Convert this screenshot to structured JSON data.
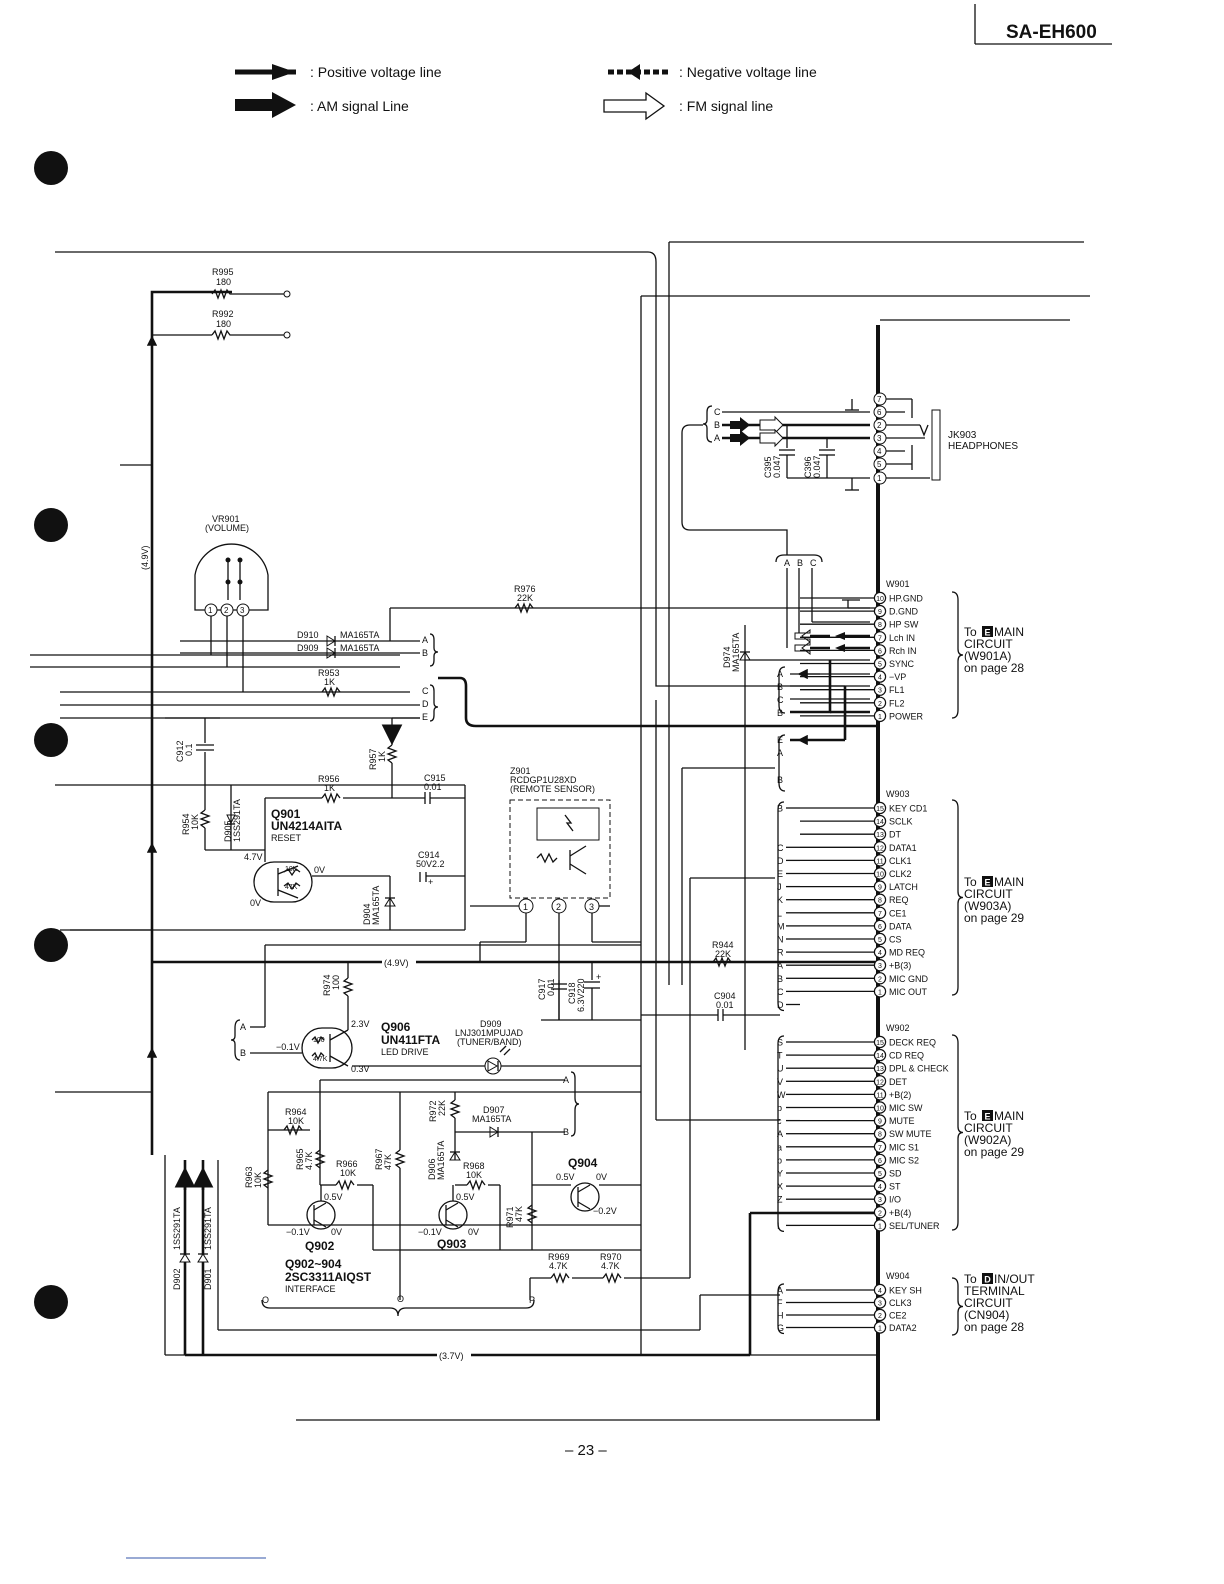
{
  "header": {
    "model": "SA-EH600",
    "page_number": "– 23 –"
  },
  "legend": {
    "positive_voltage": ": Positive voltage line",
    "negative_voltage": ": Negative voltage line",
    "am_signal": ": AM signal Line",
    "fm_signal": ": FM signal line"
  },
  "components": {
    "r995": {
      "ref": "R995",
      "value": "180"
    },
    "r992": {
      "ref": "R992",
      "value": "180"
    },
    "vr901": {
      "ref": "VR901",
      "note": "(VOLUME)"
    },
    "d910": {
      "ref": "D910",
      "part": "MA165TA"
    },
    "d909": {
      "ref": "D909",
      "part": "MA165TA"
    },
    "r976": {
      "ref": "R976",
      "value": "22K"
    },
    "r953": {
      "ref": "R953",
      "value": "1K"
    },
    "r957": {
      "ref": "R957",
      "value": "1K"
    },
    "c912": {
      "ref": "C912",
      "value": "0.1"
    },
    "r956": {
      "ref": "R956",
      "value": "1K"
    },
    "c915": {
      "ref": "C915",
      "value": "0.01"
    },
    "r954": {
      "ref": "R954",
      "value": "10K"
    },
    "d905": {
      "ref": "D905",
      "part": "1SS291TA"
    },
    "q901": {
      "ref": "Q901",
      "part": "UN4214AITA",
      "function": "RESET",
      "r1": "10K",
      "r2": "47K"
    },
    "c914": {
      "ref": "C914",
      "value": "50V2.2"
    },
    "d904": {
      "ref": "D904",
      "part": "MA165TA"
    },
    "z901": {
      "ref": "Z901",
      "part": "RCDGP1U28XD",
      "note": "(REMOTE SENSOR)"
    },
    "d974": {
      "ref": "D974",
      "part": "MA165TA"
    },
    "c395": {
      "ref": "C395",
      "value": "0.047"
    },
    "c396": {
      "ref": "C396",
      "value": "0.047"
    },
    "jk903": {
      "ref": "JK903",
      "note": "HEADPHONES"
    },
    "r944": {
      "ref": "R944",
      "value": "22K"
    },
    "r974": {
      "ref": "R974",
      "value": "100"
    },
    "c917": {
      "ref": "C917",
      "value": "0.01"
    },
    "c918": {
      "ref": "C918",
      "value": "6.3V220"
    },
    "c904": {
      "ref": "C904",
      "value": "0.01"
    },
    "q906": {
      "ref": "Q906",
      "part": "UN411FTA",
      "function": "LED DRIVE",
      "r1": "100",
      "r2": "4.7K"
    },
    "d909b": {
      "ref": "D909",
      "part": "LNJ301MPUJAD",
      "note": "(TUNER/BAND)"
    },
    "r964": {
      "ref": "R964",
      "value": "10K"
    },
    "r972": {
      "ref": "R972",
      "value": "22K"
    },
    "d907": {
      "ref": "D907",
      "part": "MA165TA"
    },
    "r965": {
      "ref": "R965",
      "value": "4.7K"
    },
    "r966": {
      "ref": "R966",
      "value": "10K"
    },
    "r967": {
      "ref": "R967",
      "value": "47K"
    },
    "d906": {
      "ref": "D906",
      "part": "MA165TA"
    },
    "r968": {
      "ref": "R968",
      "value": "10K"
    },
    "r963": {
      "ref": "R963",
      "value": "10K"
    },
    "r971": {
      "ref": "R971",
      "value": "47K"
    },
    "q904": {
      "ref": "Q904"
    },
    "q902": {
      "ref": "Q902"
    },
    "q903": {
      "ref": "Q903"
    },
    "q902_904": {
      "ref": "Q902~904",
      "part": "2SC3311AIQST",
      "function": "INTERFACE"
    },
    "r969": {
      "ref": "R969",
      "value": "4.7K"
    },
    "r970": {
      "ref": "R970",
      "value": "4.7K"
    },
    "d902": {
      "ref": "D902",
      "part": "1SS291TA"
    },
    "d901": {
      "ref": "D901",
      "part": "1SS291TA"
    }
  },
  "voltages": {
    "v49a": "(4.9V)",
    "v49b": "(4.9V)",
    "v37": "(3.7V)",
    "q901_b": "4.7V",
    "q901_c": "0V",
    "q901_e": "0V",
    "q906_c": "2.3V",
    "q906_b": "−0.1V",
    "q906_e": "0.3V",
    "q902_b": "0.5V",
    "q902_e": "−0.1V",
    "q902_c": "0V",
    "q903_b": "0.5V",
    "q903_e": "−0.1V",
    "q903_c": "0V",
    "q904_b": "0.5V",
    "q904_c": "0V",
    "q904_e": "−0.2V"
  },
  "labels": {
    "A": "A",
    "B": "B",
    "C": "C",
    "D": "D",
    "E": "E",
    "P": "P",
    "O": "O"
  },
  "connectors": [
    {
      "name": "W901",
      "pins": [
        {
          "num": "10",
          "label": "HP.GND"
        },
        {
          "num": "9",
          "label": "D.GND"
        },
        {
          "num": "8",
          "label": "HP SW"
        },
        {
          "num": "7",
          "label": "Lch IN"
        },
        {
          "num": "6",
          "label": "Rch IN"
        },
        {
          "num": "5",
          "label": "SYNC"
        },
        {
          "num": "4",
          "label": "−VP"
        },
        {
          "num": "3",
          "label": "FL1"
        },
        {
          "num": "2",
          "label": "FL2"
        },
        {
          "num": "1",
          "label": "POWER"
        }
      ],
      "dest": {
        "to": "To",
        "badge": "E",
        "circuit": "MAIN",
        "word": "CIRCUIT",
        "ref": "(W901A)",
        "page": "on page 28"
      }
    },
    {
      "name": "W903",
      "pins": [
        {
          "num": "15",
          "label": "KEY CD1"
        },
        {
          "num": "14",
          "label": "SCLK"
        },
        {
          "num": "13",
          "label": "DT"
        },
        {
          "num": "12",
          "label": "DATA1"
        },
        {
          "num": "11",
          "label": "CLK1"
        },
        {
          "num": "10",
          "label": "CLK2"
        },
        {
          "num": "9",
          "label": "LATCH"
        },
        {
          "num": "8",
          "label": "REQ"
        },
        {
          "num": "7",
          "label": "CE1"
        },
        {
          "num": "6",
          "label": "DATA"
        },
        {
          "num": "5",
          "label": "CS"
        },
        {
          "num": "4",
          "label": "MD REQ"
        },
        {
          "num": "3",
          "label": "+B(3)"
        },
        {
          "num": "2",
          "label": "MIC GND"
        },
        {
          "num": "1",
          "label": "MIC OUT"
        }
      ],
      "dest": {
        "to": "To",
        "badge": "E",
        "circuit": "MAIN",
        "word": "CIRCUIT",
        "ref": "(W903A)",
        "page": "on page 29"
      }
    },
    {
      "name": "W902",
      "pins": [
        {
          "num": "15",
          "label": "DECK REQ"
        },
        {
          "num": "14",
          "label": "CD REQ"
        },
        {
          "num": "13",
          "label": "DPL & CHECK"
        },
        {
          "num": "12",
          "label": "DET"
        },
        {
          "num": "11",
          "label": "+B(2)"
        },
        {
          "num": "10",
          "label": "MIC SW"
        },
        {
          "num": "9",
          "label": "MUTE"
        },
        {
          "num": "8",
          "label": "SW MUTE"
        },
        {
          "num": "7",
          "label": "MIC S1"
        },
        {
          "num": "6",
          "label": "MIC S2"
        },
        {
          "num": "5",
          "label": "SD"
        },
        {
          "num": "4",
          "label": "ST"
        },
        {
          "num": "3",
          "label": "I/O"
        },
        {
          "num": "2",
          "label": "+B(4)"
        },
        {
          "num": "1",
          "label": "SEL/TUNER"
        }
      ],
      "dest": {
        "to": "To",
        "badge": "E",
        "circuit": "MAIN",
        "word": "CIRCUIT",
        "ref": "(W902A)",
        "page": "on page 29"
      }
    },
    {
      "name": "W904",
      "pins": [
        {
          "num": "4",
          "label": "KEY SH"
        },
        {
          "num": "3",
          "label": "CLK3"
        },
        {
          "num": "2",
          "label": "CE2"
        },
        {
          "num": "1",
          "label": "DATA2"
        }
      ],
      "dest": {
        "to": "To",
        "badge": "D",
        "circuit": "IN/OUT",
        "word": "TERMINAL",
        "word2": "CIRCUIT",
        "ref": "(CN904)",
        "page": "on page 28"
      }
    }
  ],
  "left_letters": {
    "w901": [
      "A",
      "B",
      "C",
      "B",
      "",
      "E",
      "A",
      "",
      "B"
    ],
    "w903": [
      "B",
      "",
      "",
      "C",
      "D",
      "E",
      "J",
      "K",
      "L",
      "M",
      "N",
      "R",
      "A",
      "B",
      "C",
      "D"
    ],
    "w902": [
      "S",
      "T",
      "U",
      "V",
      "W",
      "b",
      "c",
      "A",
      "a",
      "b",
      "Y",
      "X",
      "Z",
      "",
      "I"
    ],
    "w904": [
      "A",
      "F",
      "H",
      "G"
    ]
  },
  "jack_pins": [
    "7",
    "6",
    "2",
    "3",
    "4",
    "5",
    "1"
  ],
  "jack_left_letters": [
    "C",
    "B",
    "A"
  ],
  "w_abc": [
    "A",
    "B",
    "C"
  ]
}
